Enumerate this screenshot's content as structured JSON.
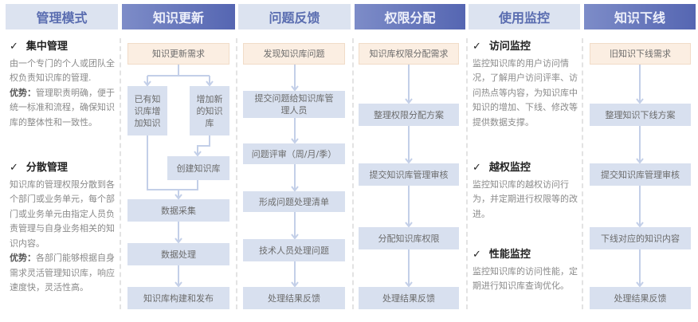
{
  "headers": [
    "管理模式",
    "知识更新",
    "问题反馈",
    "权限分配",
    "使用监控",
    "知识下线"
  ],
  "mode": {
    "check": "✓",
    "central": {
      "title": "集中管理",
      "desc": "由一个专门的个人或团队全权负责知识库的管理.",
      "adv_label": "优势：",
      "adv": "管理职责明确，便于统一标准和流程，确保知识库的整体性和一致性。"
    },
    "distributed": {
      "title": "分散管理",
      "desc": "知识库的管理权限分散到各个部门或业务单元，每个部门或业务单元由指定人员负责管理与自身业务相关的知识内容。",
      "adv_label": "优势：",
      "adv": "各部门能够根据自身需求灵活管理知识库，响应速度快，灵活性高。"
    }
  },
  "update": {
    "start": "知识更新需求",
    "left": "已有知识库增加知识",
    "right": "增加新的知识库",
    "create": "创建知识库",
    "steps": [
      "数据采集",
      "数据处理",
      "知识库构建和发布"
    ]
  },
  "feedback": [
    "发现知识库问题",
    "提交问题给知识库管理人员",
    "问题评审（周/月/季）",
    "形成问题处理清单",
    "技术人员处理问题",
    "处理结果反馈"
  ],
  "permission": [
    "知识库权限分配需求",
    "整理权限分配方案",
    "提交知识库管理审核",
    "分配知识库权限",
    "处理结果反馈"
  ],
  "monitor": [
    {
      "title": "访问监控",
      "desc": "监控知识库的用户访问情况，了解用户访问评率、访问热点等内容，为知识库中知识的增加、下线、修改等提供数据支撑。"
    },
    {
      "title": "越权监控",
      "desc": "监控知识库的越权访问行为，并定期进行权限等的改进。"
    },
    {
      "title": "性能监控",
      "desc": "监控知识库的访问性能，定期进行知识库查询优化。"
    }
  ],
  "offline": [
    "旧知识下线需求",
    "整理知识下线方案",
    "提交知识库管理审核",
    "下线对应的知识内容",
    "处理结果反馈"
  ],
  "colors": {
    "header_light": "#dce3f0",
    "header_dark": "#5566b2",
    "box": "#d8e0ef",
    "start_box": "#fbeee2",
    "arrow": "#c3cfe8"
  }
}
